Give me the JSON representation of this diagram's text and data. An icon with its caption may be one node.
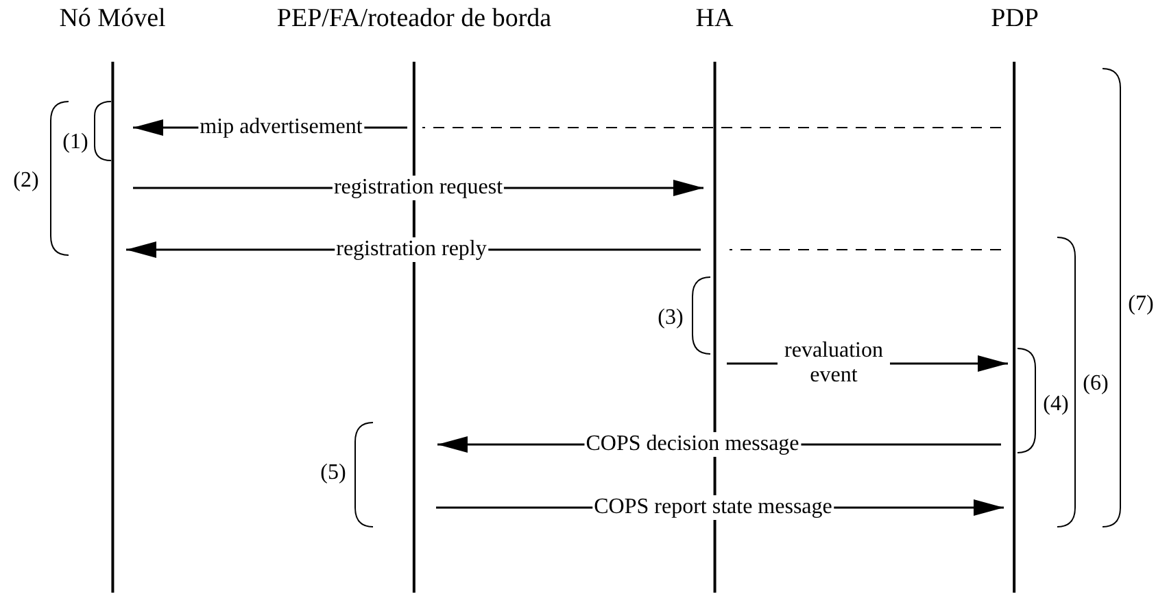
{
  "diagram": {
    "nodes": [
      {
        "text": [
          "Nó Móvel"
        ]
      },
      {
        "text": [
          "PEP/FA/roteador de borda"
        ]
      },
      {
        "text": [
          "HA"
        ]
      },
      {
        "text": [
          "PDP"
        ]
      }
    ],
    "edges": [
      {
        "from": 1,
        "to": 0,
        "arrow": "to",
        "label": "mip advertisement"
      },
      {
        "from": 3,
        "to": 1,
        "arrow": "none",
        "style": "dashed"
      },
      {
        "from": 0,
        "to": 2,
        "arrow": "to",
        "label": "registration request"
      },
      {
        "from": 2,
        "to": 0,
        "arrow": "to",
        "label": "registration reply"
      },
      {
        "from": 3,
        "to": 2,
        "arrow": "none",
        "style": "dashed"
      },
      {
        "from": 2,
        "to": 3,
        "arrow": "to",
        "label": "revaluation event"
      },
      {
        "from": 3,
        "to": 1,
        "arrow": "to",
        "label": "COPS decision message"
      },
      {
        "from": 1,
        "to": 3,
        "arrow": "to",
        "label": "COPS report state message"
      }
    ],
    "labels": [
      "(1)",
      "(2)",
      "(3)",
      "(4)",
      "(5)",
      "(6)",
      "(7)"
    ]
  }
}
